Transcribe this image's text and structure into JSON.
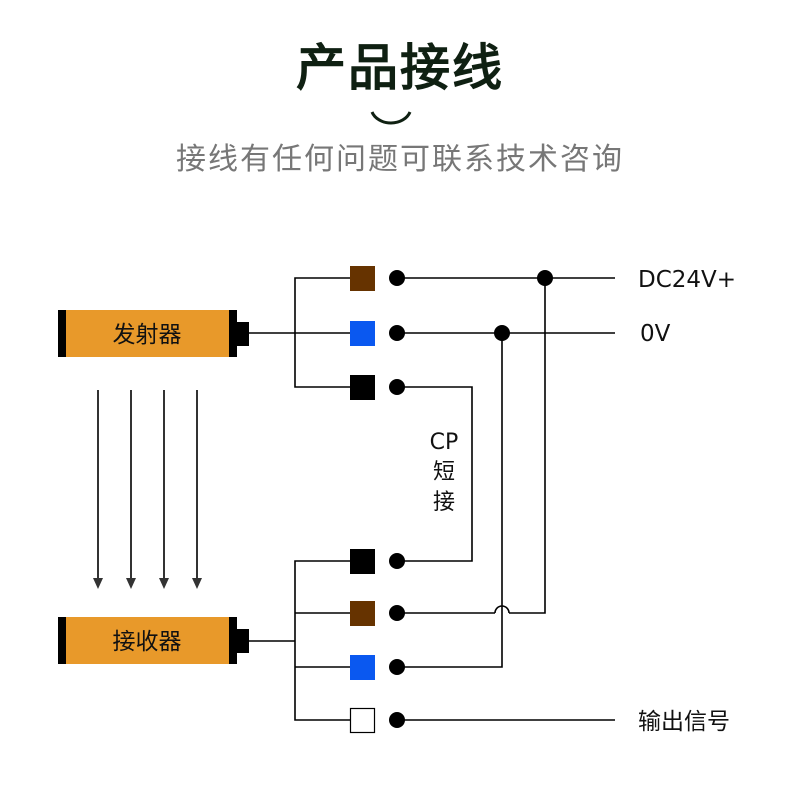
{
  "header": {
    "title": "产品接线",
    "subtitle": "接线有任何问题可联系技术咨询"
  },
  "colors": {
    "title": "#0f2012",
    "subtitle": "#777777",
    "device_body": "#E8992A",
    "brown_wire": "#663300",
    "blue_wire": "#0a58f0",
    "black_wire": "#000000",
    "white_wire": "#ffffff"
  },
  "devices": {
    "emitter": {
      "label": "发射器"
    },
    "receiver": {
      "label": "接收器"
    }
  },
  "emitter_terminals": [
    {
      "color": "brown",
      "net": "DC24V+"
    },
    {
      "color": "blue",
      "net": "0V"
    },
    {
      "color": "black",
      "net": "CP"
    }
  ],
  "receiver_terminals": [
    {
      "color": "black",
      "net": "CP"
    },
    {
      "color": "brown",
      "net": "DC24V+"
    },
    {
      "color": "blue",
      "net": "0V"
    },
    {
      "color": "white",
      "net": "输出信号"
    }
  ],
  "labels": {
    "power_positive": "DC24V+",
    "power_ground": "0V",
    "output_signal": "输出信号",
    "cp_line1": "CP",
    "cp_line2": "短",
    "cp_line3": "接"
  },
  "beam_arrows": 4
}
